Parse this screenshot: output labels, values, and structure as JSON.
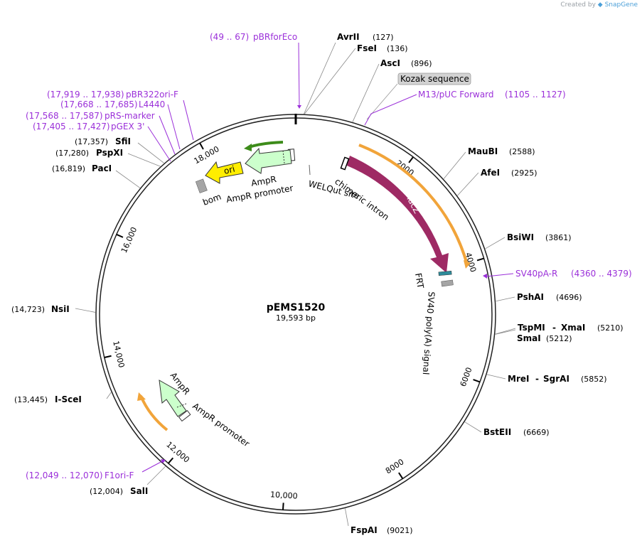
{
  "credit": {
    "created_by": "Created by",
    "brand": "SnapGene"
  },
  "plasmid": {
    "name": "pEMS1520",
    "size_label": "19,593 bp",
    "length": 19593
  },
  "ticks": [
    {
      "pos": 2000,
      "label": "2000"
    },
    {
      "pos": 4000,
      "label": "4000"
    },
    {
      "pos": 6000,
      "label": "6000"
    },
    {
      "pos": 8000,
      "label": "8000"
    },
    {
      "pos": 10000,
      "label": "10,000"
    },
    {
      "pos": 12000,
      "label": "12,000"
    },
    {
      "pos": 14000,
      "label": "14,000"
    },
    {
      "pos": 16000,
      "label": "16,000"
    },
    {
      "pos": 18000,
      "label": "18,000"
    }
  ],
  "sites": [
    {
      "name": "AvrII",
      "pos_label": "(127)",
      "pos": 127
    },
    {
      "name": "FseI",
      "pos_label": "(136)",
      "pos": 136
    },
    {
      "name": "AscI",
      "pos_label": "(896)",
      "pos": 896
    },
    {
      "name": "MauBI",
      "pos_label": "(2588)",
      "pos": 2588
    },
    {
      "name": "AfeI",
      "pos_label": "(2925)",
      "pos": 2925
    },
    {
      "name": "BsiWI",
      "pos_label": "(3861)",
      "pos": 3861
    },
    {
      "name": "PshAI",
      "pos_label": "(4696)",
      "pos": 4696
    },
    {
      "name": "TspMI",
      "pos_label": "",
      "pos": 5210,
      "pair": "XmaI",
      "pair_label": "(5210)"
    },
    {
      "name": "SmaI",
      "pos_label": "(5212)",
      "pos": 5212
    },
    {
      "name": "MreI",
      "pos_label": "",
      "pos": 5852,
      "pair": "SgrAI",
      "pair_label": "(5852)"
    },
    {
      "name": "BstEII",
      "pos_label": "(6669)",
      "pos": 6669
    },
    {
      "name": "FspAI",
      "pos_label": "(9021)",
      "pos": 9021
    },
    {
      "name": "SalI",
      "pos_label": "(12,004)",
      "pos": 12004
    },
    {
      "name": "I-SceI",
      "pos_label": "(13,445)",
      "pos": 13445
    },
    {
      "name": "NsiI",
      "pos_label": "(14,723)",
      "pos": 14723
    },
    {
      "name": "PacI",
      "pos_label": "(16,819)",
      "pos": 16819
    },
    {
      "name": "PspXI",
      "pos_label": "(17,280)",
      "pos": 17280
    },
    {
      "name": "SfiI",
      "pos_label": "(17,357)",
      "pos": 17357
    }
  ],
  "primers": [
    {
      "range": "(49 .. 67)",
      "name": "pBRforEco",
      "pos": 58
    },
    {
      "range": "(1105 .. 1127)",
      "name": "M13/pUC Forward",
      "pos": 1116
    },
    {
      "range": "(4360 .. 4379)",
      "name": "SV40pA-R",
      "pos": 4370
    },
    {
      "range": "(12,049 .. 12,070)",
      "name": "F1ori-F",
      "pos": 12060
    },
    {
      "range": "(17,405 .. 17,427)",
      "name": "pGEX 3'",
      "pos": 17416
    },
    {
      "range": "(17,568 .. 17,587)",
      "name": "pRS-marker",
      "pos": 17578
    },
    {
      "range": "(17,668 .. 17,685)",
      "name": "L4440",
      "pos": 17676
    },
    {
      "range": "(17,919 .. 17,938)",
      "name": "pBR322ori-F",
      "pos": 17928
    }
  ],
  "features": {
    "kozak": "Kozak sequence",
    "chimeric_intron": "chimeric intron",
    "lacZ": "lacZ",
    "frt": "FRT",
    "sv40": "SV40 poly(A) signal",
    "welqut": "WELQut site",
    "ampr_top": "AmpR",
    "ampr_promoter_top": "AmpR promoter",
    "ori": "ori",
    "bom": "bom",
    "ampr_bottom": "AmpR",
    "ampr_promoter_bottom": "AmpR promoter"
  },
  "colors": {
    "primer": "#9b30d9",
    "lacZ": "#9e2a64",
    "orange_feature": "#f1a43a",
    "ampr": "#ccffcc",
    "ori": "#ffee00",
    "green_arrow": "#3d8c1a",
    "grey_box": "#a5a5a5",
    "frt": "#2e8b9a"
  }
}
